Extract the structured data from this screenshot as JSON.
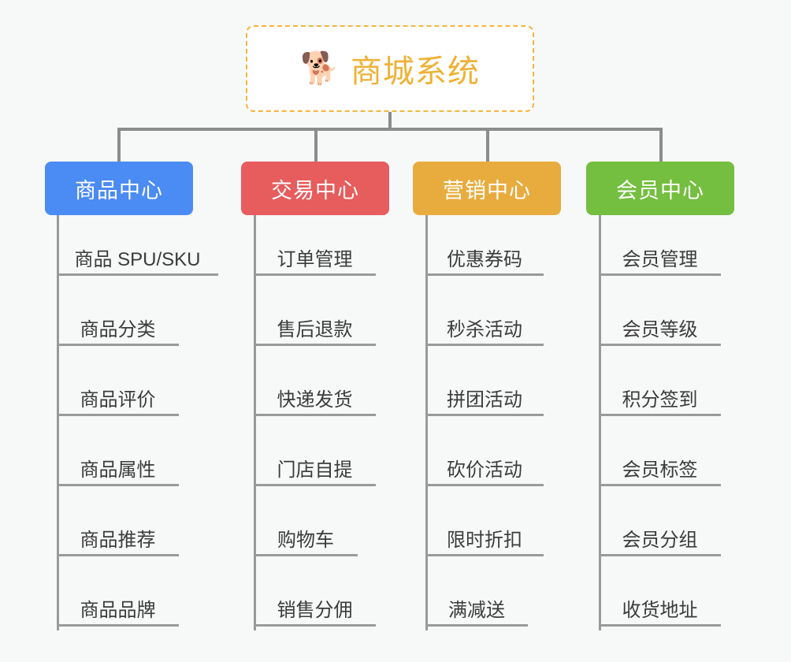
{
  "diagram": {
    "title": "商城系统",
    "root_icon": "shiba-dog-face-icon",
    "root_icon_glyph": "🐕",
    "background_color": "#f7f8f8",
    "root_border_color": "#f2b63c",
    "root_title_color": "#efb134",
    "connector_color": "#8c8c8c",
    "leaf_line_color": "#9a9a9a",
    "leaf_text_color": "#3b3b3b"
  },
  "columns": [
    {
      "header": "商品中心",
      "color": "#4b8bf4",
      "items": [
        "商品 SPU/SKU",
        "商品分类",
        "商品评价",
        "商品属性",
        "商品推荐",
        "商品品牌"
      ]
    },
    {
      "header": "交易中心",
      "color": "#e75c5c",
      "items": [
        "订单管理",
        "售后退款",
        "快递发货",
        "门店自提",
        "购物车",
        "销售分佣"
      ]
    },
    {
      "header": "营销中心",
      "color": "#e8ac3e",
      "items": [
        "优惠券码",
        "秒杀活动",
        "拼团活动",
        "砍价活动",
        "限时折扣",
        "满减送"
      ]
    },
    {
      "header": "会员中心",
      "color": "#74be40",
      "items": [
        "会员管理",
        "会员等级",
        "积分签到",
        "会员标签",
        "会员分组",
        "收货地址"
      ]
    }
  ]
}
